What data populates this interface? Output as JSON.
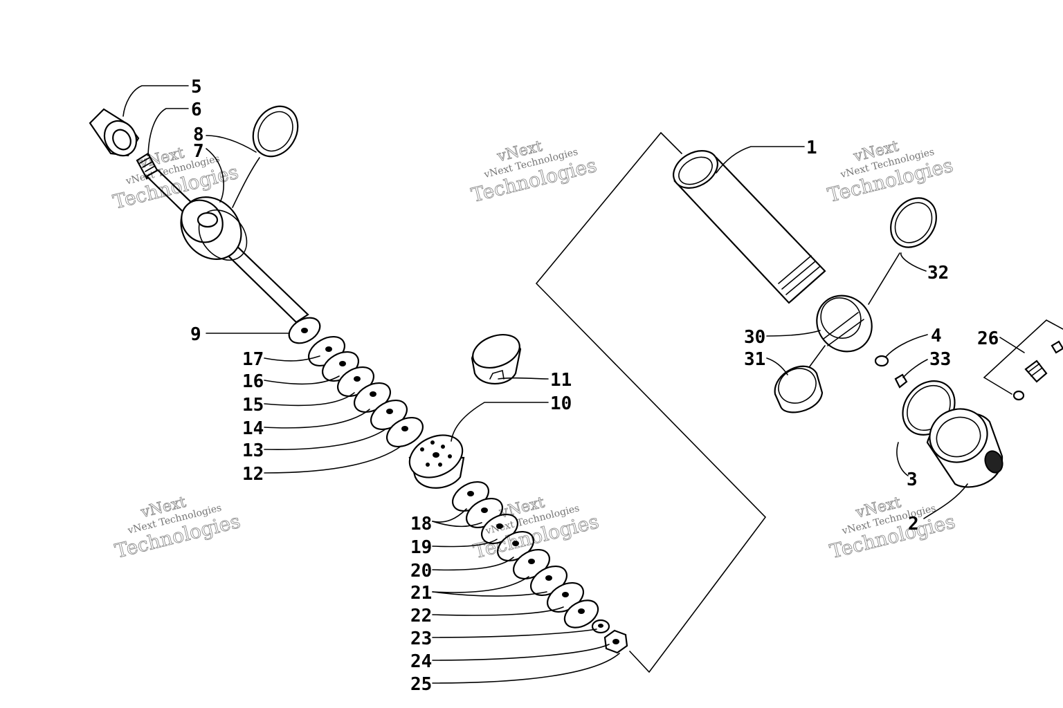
{
  "diagram": {
    "callouts": [
      {
        "id": "1",
        "label": "1"
      },
      {
        "id": "2",
        "label": "2"
      },
      {
        "id": "3",
        "label": "3"
      },
      {
        "id": "4",
        "label": "4"
      },
      {
        "id": "5",
        "label": "5"
      },
      {
        "id": "6",
        "label": "6"
      },
      {
        "id": "7",
        "label": "7"
      },
      {
        "id": "8",
        "label": "8"
      },
      {
        "id": "9",
        "label": "9"
      },
      {
        "id": "10",
        "label": "10"
      },
      {
        "id": "11",
        "label": "11"
      },
      {
        "id": "12",
        "label": "12"
      },
      {
        "id": "13",
        "label": "13"
      },
      {
        "id": "14",
        "label": "14"
      },
      {
        "id": "15",
        "label": "15"
      },
      {
        "id": "16",
        "label": "16"
      },
      {
        "id": "17",
        "label": "17"
      },
      {
        "id": "18",
        "label": "18"
      },
      {
        "id": "19",
        "label": "19"
      },
      {
        "id": "20",
        "label": "20"
      },
      {
        "id": "21",
        "label": "21"
      },
      {
        "id": "22",
        "label": "22"
      },
      {
        "id": "23",
        "label": "23"
      },
      {
        "id": "24",
        "label": "24"
      },
      {
        "id": "25",
        "label": "25"
      },
      {
        "id": "26",
        "label": "26"
      },
      {
        "id": "30",
        "label": "30"
      },
      {
        "id": "31",
        "label": "31"
      },
      {
        "id": "32",
        "label": "32"
      },
      {
        "id": "33",
        "label": "33"
      }
    ]
  },
  "watermark": {
    "brand": "vNext",
    "company": "vNext Technologies",
    "word": "Technologies"
  }
}
